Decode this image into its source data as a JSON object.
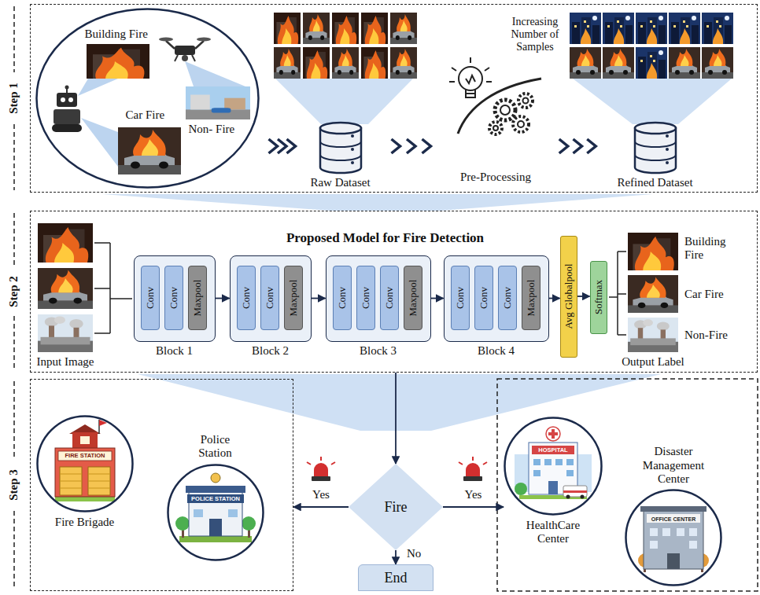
{
  "diagram": {
    "nodes": [
      {
        "text": [
          "Step 1"
        ]
      },
      {
        "text": [
          "Building Fire",
          "Car Fire",
          "Non- Fire"
        ],
        "in": 0
      },
      {
        "text": [
          "Raw Dataset"
        ],
        "in": 0
      },
      {
        "text": [
          "Pre-Processing"
        ],
        "in": 0
      },
      {
        "text": [
          "Refined Dataset"
        ],
        "in": 0
      },
      {
        "text": [
          "Step 2",
          "Proposed Model for Fire Detection"
        ]
      },
      {
        "text": [
          "Block 1"
        ],
        "in": 5
      },
      {
        "text": [
          "Conv"
        ],
        "in": 6
      },
      {
        "text": [
          "Conv"
        ],
        "in": 6
      },
      {
        "text": [
          "Maxpool"
        ],
        "in": 6
      },
      {
        "text": [
          "Block 2"
        ],
        "in": 5
      },
      {
        "text": [
          "Conv"
        ],
        "in": 10
      },
      {
        "text": [
          "Conv"
        ],
        "in": 10
      },
      {
        "text": [
          "Maxpool"
        ],
        "in": 10
      },
      {
        "text": [
          "Block 3"
        ],
        "in": 5
      },
      {
        "text": [
          "Conv"
        ],
        "in": 14
      },
      {
        "text": [
          "Conv"
        ],
        "in": 14
      },
      {
        "text": [
          "Conv"
        ],
        "in": 14
      },
      {
        "text": [
          "Maxpool"
        ],
        "in": 14
      },
      {
        "text": [
          "Block 4"
        ],
        "in": 5
      },
      {
        "text": [
          "Conv"
        ],
        "in": 19
      },
      {
        "text": [
          "Conv"
        ],
        "in": 19
      },
      {
        "text": [
          "Conv"
        ],
        "in": 19
      },
      {
        "text": [
          "Maxpool"
        ],
        "in": 19
      },
      {
        "text": [
          "Avg Globalpool"
        ],
        "in": 5
      },
      {
        "text": [
          "Softmax"
        ],
        "in": 5
      },
      {
        "text": [
          "Step 3"
        ]
      },
      {
        "text": [
          "Fire Brigade"
        ],
        "in": 26
      },
      {
        "text": [
          "Police Station"
        ],
        "in": 26
      },
      {
        "text": [
          "Fire"
        ]
      },
      {
        "text": [
          "End"
        ]
      },
      {
        "text": [
          "HealthCare Center"
        ]
      },
      {
        "text": [
          "Disaster Management Center"
        ]
      }
    ],
    "edges": [
      {
        "from": 1,
        "to": 2,
        "arrow": "to"
      },
      {
        "from": 2,
        "to": 3,
        "arrow": "to"
      },
      {
        "from": 3,
        "to": 4,
        "arrow": "to"
      },
      {
        "from": 6,
        "to": 10,
        "arrow": "to"
      },
      {
        "from": 10,
        "to": 14,
        "arrow": "to"
      },
      {
        "from": 14,
        "to": 19,
        "arrow": "to"
      },
      {
        "from": 19,
        "to": 24,
        "arrow": "to"
      },
      {
        "from": 24,
        "to": 25,
        "arrow": "to"
      },
      {
        "from": 5,
        "to": 29,
        "arrow": "to"
      },
      {
        "from": 29,
        "to": 26,
        "label": "Yes",
        "arrow": "to"
      },
      {
        "from": 29,
        "to": 31,
        "label": "Yes",
        "arrow": "to"
      },
      {
        "from": 29,
        "to": 30,
        "label": "No",
        "arrow": "to"
      }
    ],
    "labels": [
      "Increasing Number of Samples",
      "Input Image",
      "Output Label",
      "Building Fire",
      "Car Fire",
      "Non-Fire",
      "FIRE STATION",
      "POLICE STATION",
      "HOSPITAL",
      "OFFICE CENTER"
    ]
  }
}
